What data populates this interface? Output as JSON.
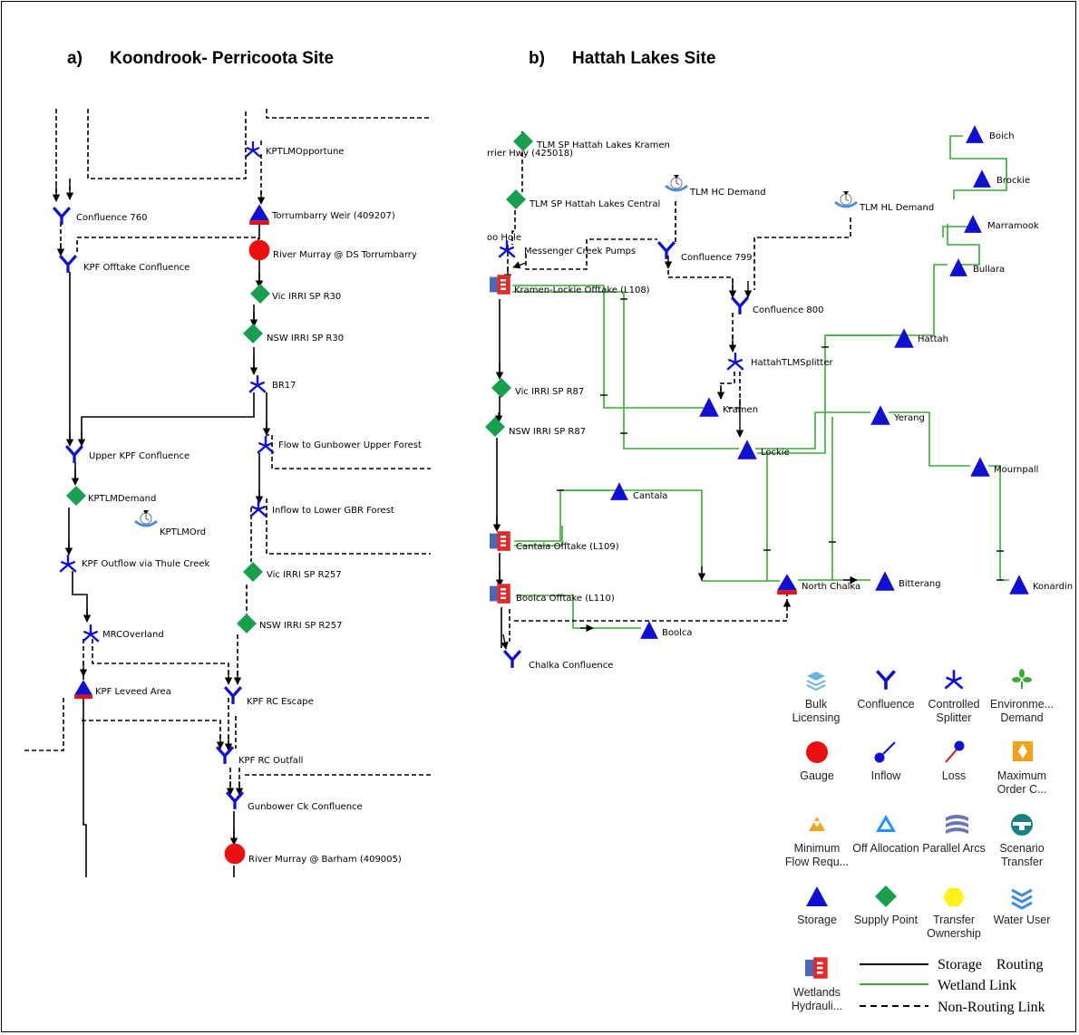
{
  "titles": {
    "a_letter": "a)",
    "a": "Koondrook- Perricoota Site",
    "b_letter": "b)",
    "b": "Hattah Lakes Site"
  },
  "site_a": {
    "nodes": {
      "kptlm_opportune": "KPTLMOpportune",
      "torrumbarry_weir": "Torrumbarry Weir (409207)",
      "confluence_760": "Confluence 760",
      "river_murray_ds": "River Murray @ DS Torrumbarry",
      "kpf_offtake": "KPF Offtake Confluence",
      "vic_irri_r30": "Vic IRRI SP R30",
      "nsw_irri_r30": "NSW IRRI SP R30",
      "br17": "BR17",
      "flow_gunbower": "Flow to Gunbower Upper Forest",
      "upper_kpf": "Upper KPF Confluence",
      "kptlm_demand": "KPTLMDemand",
      "kptlm_ord": "KPTLMOrd",
      "inflow_lower": "Inflow to Lower GBR Forest",
      "kpf_outflow": "KPF Outflow via Thule Creek",
      "vic_irri_r257": "Vic IRRI SP R257",
      "mrc_overland": "MRCOverland",
      "nsw_irri_r257": "NSW IRRI SP R257",
      "kpf_leveed": "KPF Leveed Area",
      "kpf_rc_escape": "KPF RC Escape",
      "kpf_rc_outfall": "KPF RC Outfall",
      "gunbower_ck": "Gunbower Ck Confluence",
      "river_murray_barham": "River Murray @ Barham (409005)"
    }
  },
  "site_b": {
    "nodes": {
      "tlm_sp_kramen": "TLM SP Hattah Lakes Kramen",
      "murray_hwy": "rrier Hwy (425018)",
      "tlm_sp_central": "TLM SP Hattah Lakes Central",
      "tlm_hc_demand": "TLM HC Demand",
      "tlm_hl_demand": "TLM HL Demand",
      "oo_hole": "oo Hole",
      "messenger": "Messenger Creek Pumps",
      "confluence_799": "Confluence 799",
      "kramen_lockie": "Kramen-Lockie Offtake (L108)",
      "confluence_800": "Confluence 800",
      "hattah_splitter": "HattahTLMSplitter",
      "vic_irri_r87": "Vic IRRI SP R87",
      "kramen": "Kramen",
      "nsw_irri_r87": "NSW IRRI SP R87",
      "lockie": "Lockie",
      "cantala": "Cantala",
      "cantala_offtake": "Cantala Offtake (L109)",
      "boolca_offtake": "Boolca Offtake (L110)",
      "north_chalka": "North Chalka",
      "bitterang": "Bitterang",
      "boolca": "Boolca",
      "chalka_confluence": "Chalka Confluence",
      "boich": "Boich",
      "brockie": "Brockie",
      "marramook": "Marramook",
      "bullara": "Bullara",
      "hattah": "Hattah",
      "yerang": "Yerang",
      "mournpall": "Mournpall",
      "konardin": "Konardin"
    }
  },
  "legend": {
    "items": [
      {
        "l1": "Bulk",
        "l2": "Licensing",
        "icon": "bulk-licensing-icon"
      },
      {
        "l1": "Confluence",
        "l2": "",
        "icon": "confluence-icon"
      },
      {
        "l1": "Controlled",
        "l2": "Splitter",
        "icon": "controlled-splitter-icon"
      },
      {
        "l1": "Environme...",
        "l2": "Demand",
        "icon": "environmental-demand-icon"
      },
      {
        "l1": "Gauge",
        "l2": "",
        "icon": "gauge-icon"
      },
      {
        "l1": "Inflow",
        "l2": "",
        "icon": "inflow-icon"
      },
      {
        "l1": "Loss",
        "l2": "",
        "icon": "loss-icon"
      },
      {
        "l1": "Maximum",
        "l2": "Order C...",
        "icon": "maximum-order-icon"
      },
      {
        "l1": "Minimum",
        "l2": "Flow Requ...",
        "icon": "minimum-flow-icon"
      },
      {
        "l1": "Off Allocation",
        "l2": "",
        "icon": "off-allocation-icon"
      },
      {
        "l1": "Parallel Arcs",
        "l2": "",
        "icon": "parallel-arcs-icon"
      },
      {
        "l1": "Scenario",
        "l2": "Transfer",
        "icon": "scenario-transfer-icon"
      },
      {
        "l1": "Storage",
        "l2": "",
        "icon": "storage-icon"
      },
      {
        "l1": "Supply Point",
        "l2": "",
        "icon": "supply-point-icon"
      },
      {
        "l1": "Transfer",
        "l2": "Ownership",
        "icon": "transfer-ownership-icon"
      },
      {
        "l1": "Water User",
        "l2": "",
        "icon": "water-user-icon"
      },
      {
        "l1": "Wetlands",
        "l2": "Hydrauli...",
        "icon": "wetlands-hydraulic-icon"
      }
    ],
    "links": {
      "storage": "Storage    Routing",
      "wetland": "Wetland Link",
      "nonrouting": "Non-Routing Link"
    },
    "colors": {
      "storage": "#000000",
      "wetland": "#3aaa35",
      "nonrouting": "#000000",
      "node_blue": "#1010d0",
      "gauge_red": "#e0101a",
      "supply_green": "#18a050"
    }
  }
}
